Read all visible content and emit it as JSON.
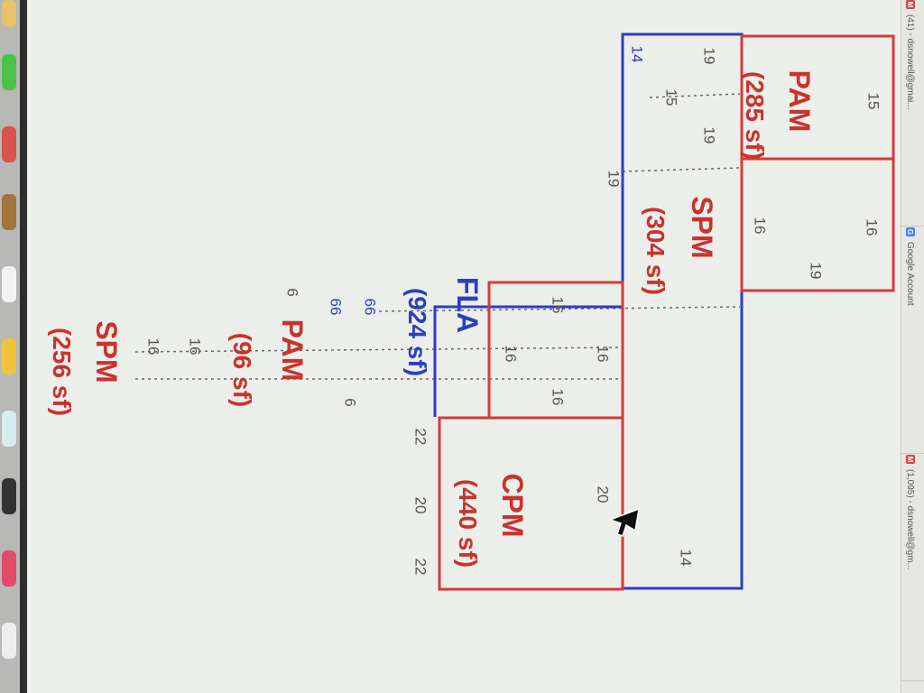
{
  "tabs": [
    {
      "label": "(41) - dsnowell@gmai..."
    },
    {
      "label": "Google Account"
    },
    {
      "label": "(1,095) - dsnowell@gm..."
    }
  ],
  "colors": {
    "room_outline": "#d8393a",
    "building_outline": "#2b3fc0",
    "text_red": "#c8332e",
    "text_blue": "#2b3fc0"
  },
  "rooms": {
    "pam_top": {
      "name": "PAM",
      "area": "(285 sf)"
    },
    "spm_top": {
      "name": "SPM",
      "area": "(304 sf)"
    },
    "fla": {
      "name": "FLA",
      "area": "(924 sf)"
    },
    "cpm": {
      "name": "CPM",
      "area": "(440 sf)"
    },
    "pam_mid": {
      "name": "PAM",
      "area": "(96 sf)"
    },
    "spm_bottom": {
      "name": "SPM",
      "area": "(256 sf)"
    }
  },
  "dimensions": {
    "d1": "15",
    "d2": "19",
    "d3": "15",
    "d4": "19",
    "d5": "14",
    "d6": "16",
    "d7": "16",
    "d8": "19",
    "d9": "19",
    "d10": "16",
    "d11": "16",
    "d12": "16",
    "d13": "16",
    "d14": "66",
    "d15": "66",
    "d16": "6",
    "d17": "6",
    "d18": "16",
    "d19": "16",
    "d20": "22",
    "d21": "20",
    "d22": "22",
    "d23": "20",
    "d24": "14"
  }
}
